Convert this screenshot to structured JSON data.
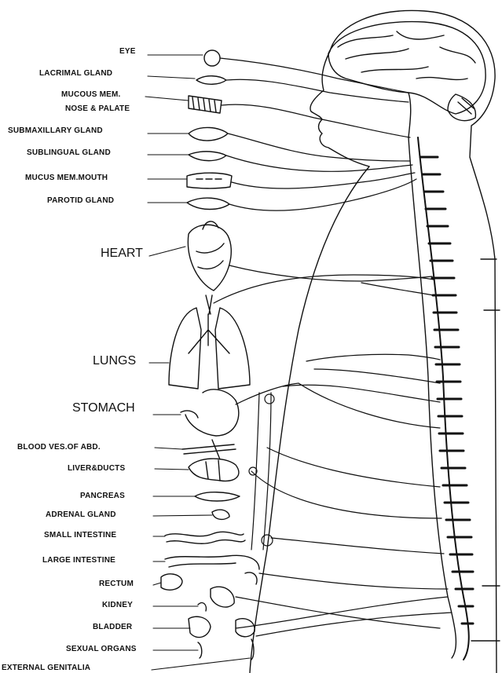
{
  "labels": {
    "eye": "EYE",
    "lacrimal_gland": "LACRIMAL GLAND",
    "mucous_mem_1": "MUCOUS MEM.",
    "mucous_mem_2": "NOSE & PALATE",
    "submaxillary_gland": "SUBMAXILLARY GLAND",
    "sublingual_gland": "SUBLINGUAL GLAND",
    "mucus_mem_mouth": "MUCUS MEM.MOUTH",
    "parotid_gland": "PAROTID GLAND",
    "heart": "HEART",
    "lungs": "LUNGS",
    "stomach": "STOMACH",
    "blood_ves": "BLOOD VES.OF ABD.",
    "liver": "LIVER&DUCTS",
    "pancreas": "PANCREAS",
    "adrenal_gland": "ADRENAL GLAND",
    "small_intestine": "SMALL INTESTINE",
    "large_intestine": "LARGE INTESTINE",
    "rectum": "RECTUM",
    "kidney": "KIDNEY",
    "bladder": "BLADDER",
    "sexual_organs": "SEXUAL ORGANS",
    "external_genitalia": "EXTERNAL GENITALIA"
  },
  "colors": {
    "ink": "#111111",
    "paper": "#ffffff"
  }
}
